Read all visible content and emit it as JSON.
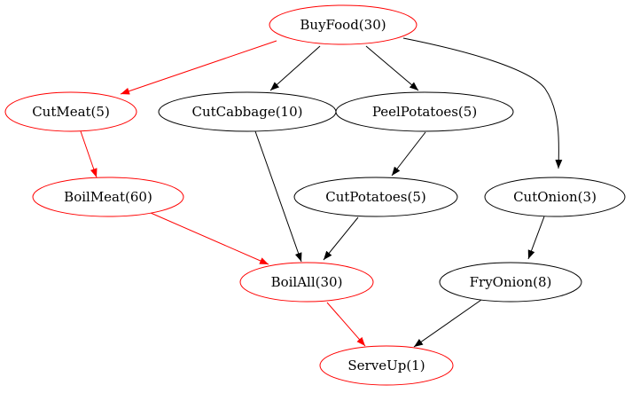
{
  "colors": {
    "critical": "#ff0000",
    "normal": "#000000"
  },
  "nodes": {
    "buyfood": {
      "label": "BuyFood(30)",
      "critical": true
    },
    "cutmeat": {
      "label": "CutMeat(5)",
      "critical": true
    },
    "cutcabbage": {
      "label": "CutCabbage(10)",
      "critical": false
    },
    "peelpotatoes": {
      "label": "PeelPotatoes(5)",
      "critical": false
    },
    "boilmeat": {
      "label": "BoilMeat(60)",
      "critical": true
    },
    "cutpotatoes": {
      "label": "CutPotatoes(5)",
      "critical": false
    },
    "cutonion": {
      "label": "CutOnion(3)",
      "critical": false
    },
    "boilall": {
      "label": "BoilAll(30)",
      "critical": true
    },
    "fryonion": {
      "label": "FryOnion(8)",
      "critical": false
    },
    "serveup": {
      "label": "ServeUp(1)",
      "critical": true
    }
  },
  "edges": [
    {
      "from": "buyfood",
      "to": "cutmeat",
      "critical": true
    },
    {
      "from": "buyfood",
      "to": "cutcabbage",
      "critical": false
    },
    {
      "from": "buyfood",
      "to": "peelpotatoes",
      "critical": false
    },
    {
      "from": "buyfood",
      "to": "cutonion",
      "critical": false
    },
    {
      "from": "cutmeat",
      "to": "boilmeat",
      "critical": true
    },
    {
      "from": "peelpotatoes",
      "to": "cutpotatoes",
      "critical": false
    },
    {
      "from": "cutcabbage",
      "to": "boilall",
      "critical": false
    },
    {
      "from": "boilmeat",
      "to": "boilall",
      "critical": true
    },
    {
      "from": "cutpotatoes",
      "to": "boilall",
      "critical": false
    },
    {
      "from": "cutonion",
      "to": "fryonion",
      "critical": false
    },
    {
      "from": "boilall",
      "to": "serveup",
      "critical": true
    },
    {
      "from": "fryonion",
      "to": "serveup",
      "critical": false
    }
  ]
}
